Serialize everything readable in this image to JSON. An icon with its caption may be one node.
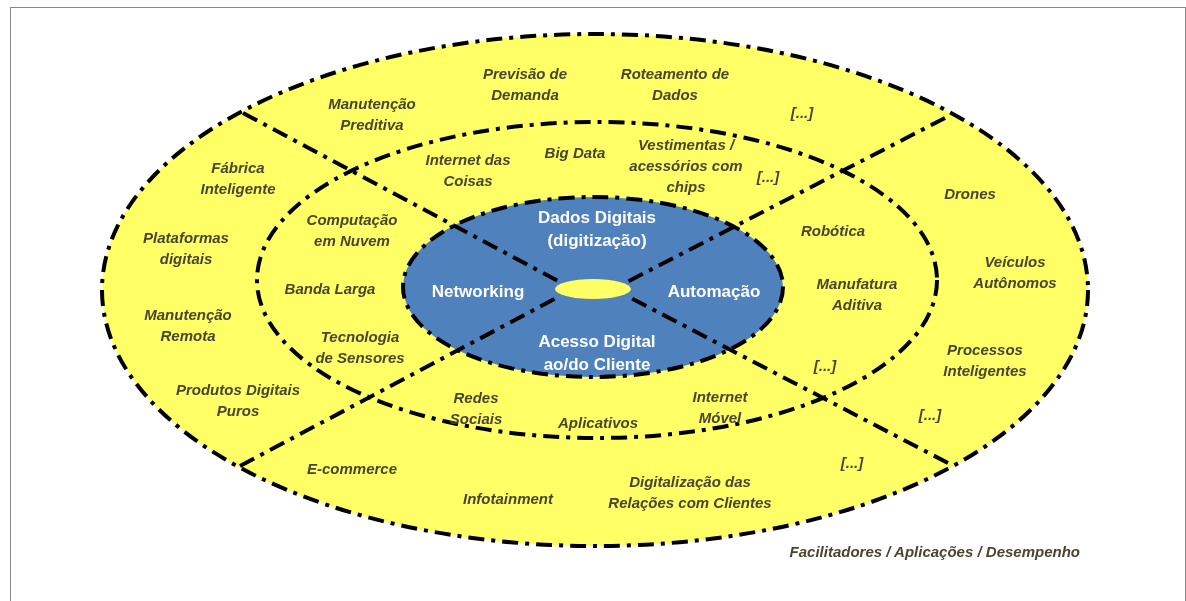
{
  "diagram": {
    "nodes": [
      {
        "text": [
          "Manutenção Preditiva",
          "Previsão de Demanda",
          "Roteamento de Dados",
          "[...]",
          "Fábrica Inteligente",
          "Plataformas digitais",
          "Manutenção Remota",
          "Produtos Digitais Puros",
          "E-commerce",
          "Infotainment",
          "Digitalização das Relações com Clientes",
          "[...]",
          "Drones",
          "Veículos Autônomos",
          "Processos Inteligentes",
          "[...]"
        ]
      },
      {
        "text": [
          "Big Data",
          "Internet das Coisas",
          "Vestimentas / acessórios com chips",
          "[...]",
          "Computação em Nuvem",
          "Banda Larga",
          "Tecnologia de Sensores",
          "Robótica",
          "Manufatura Aditiva",
          "[...]",
          "Redes Sociais",
          "Aplicativos",
          "Internet Móvel"
        ],
        "in": 0
      },
      {
        "text": [
          "Dados Digitais (digitização)",
          "Networking",
          "Automação",
          "Acesso Digital ao/do Cliente"
        ],
        "in": 1
      },
      {
        "text": [],
        "shape": "ellipse",
        "in": 2
      }
    ],
    "labels": [
      "Facilitadores / Aplicações / Desempenho"
    ]
  }
}
